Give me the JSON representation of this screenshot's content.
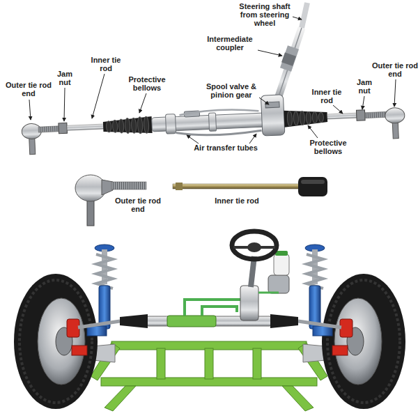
{
  "diagram": {
    "labels": [
      "Steering shaft from steering wheel",
      "Intermediate coupler",
      "Inner tie rod",
      "Jam nut",
      "Outer tie rod end",
      "Protective bellows",
      "Spool valve & pinion gear",
      "Inner tie rod",
      "Jam nut",
      "Outer tie rod end",
      "Protective bellows",
      "Air transfer tubes",
      "Outer tie rod end",
      "Inner tie rod"
    ]
  }
}
